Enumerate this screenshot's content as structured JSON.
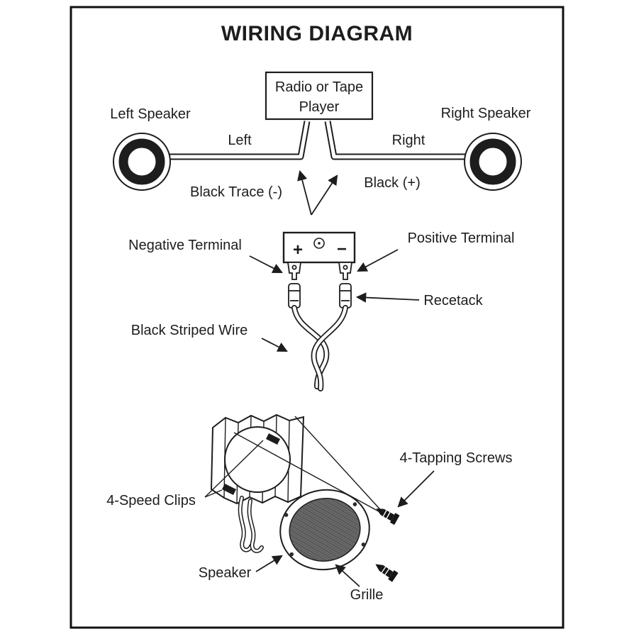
{
  "title": "WIRING DIAGRAM",
  "radio_box": {
    "line1": "Radio or Tape",
    "line2": "Player"
  },
  "labels": {
    "left_speaker": "Left Speaker",
    "right_speaker": "Right Speaker",
    "left": "Left",
    "right": "Right",
    "black_trace_negative": "Black Trace (-)",
    "black_positive": "Black (+)",
    "negative_terminal": "Negative Terminal",
    "positive_terminal": "Positive Terminal",
    "receptacle": "Recetack",
    "black_striped_wire": "Black Striped Wire",
    "speed_clips": "4-Speed Clips",
    "tapping_screws": "4-Tapping Screws",
    "speaker": "Speaker",
    "grille": "Grille"
  },
  "terminal_block": {
    "plus": "+",
    "minus": "−"
  },
  "colors": {
    "ink": "#1d1d1d",
    "paper": "#ffffff",
    "grille_fill": "#6b6b6b"
  }
}
